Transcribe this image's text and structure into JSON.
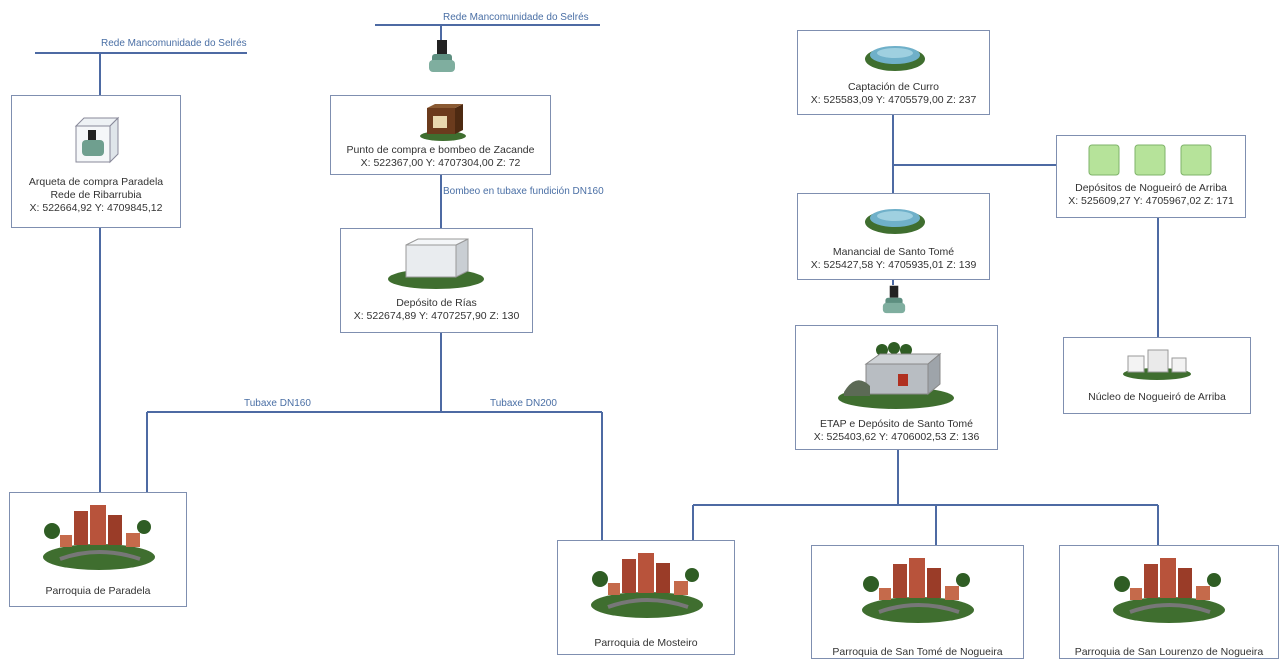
{
  "edge_labels": {
    "rede_left": "Rede Mancomunidade do Selrés",
    "rede_center": "Rede Mancomunidade do Selrés",
    "bombeo": "Bombeo en tubaxe fundición DN160",
    "tubaxe160": "Tubaxe DN160",
    "tubaxe200": "Tubaxe DN200"
  },
  "nodes": {
    "arqueta": {
      "l1": "Arqueta de compra Paradela",
      "l2": "Rede de Ribarrubia",
      "l3": "X: 522664,92 Y: 4709845,12"
    },
    "punto": {
      "l1": "Punto de compra e bombeo de Zacande",
      "l2": "X: 522367,00 Y: 4707304,00 Z: 72"
    },
    "rias": {
      "l1": "Depósito de Rías",
      "l2": "X: 522674,89 Y: 4707257,90 Z: 130"
    },
    "captacion": {
      "l1": "Captación de Curro",
      "l2": "X: 525583,09 Y: 4705579,00 Z: 237"
    },
    "depositos_nogueiro": {
      "l1": "Depósitos de Nogueiró de Arriba",
      "l2": "X: 525609,27 Y: 4705967,02 Z: 171"
    },
    "manancial": {
      "l1": "Manancial de Santo Tomé",
      "l2": "X: 525427,58 Y: 4705935,01 Z: 139"
    },
    "nucleo": {
      "l1": "Núcleo de Nogueiró de Arriba"
    },
    "etap": {
      "l1": "ETAP e Depósito de Santo Tomé",
      "l2": "X: 525403,62 Y: 4706002,53 Z: 136"
    },
    "paradela": {
      "l1": "Parroquia de Paradela"
    },
    "mosteiro": {
      "l1": "Parroquia de Mosteiro"
    },
    "santome": {
      "l1": "Parroquia de San Tomé de Nogueira"
    },
    "sanlourenzo": {
      "l1": "Parroquia de San Lourenzo de Nogueira"
    }
  },
  "colors": {
    "wire": "#4d6aa3",
    "border": "#7f8fb0",
    "label": "#4a6fa5"
  }
}
